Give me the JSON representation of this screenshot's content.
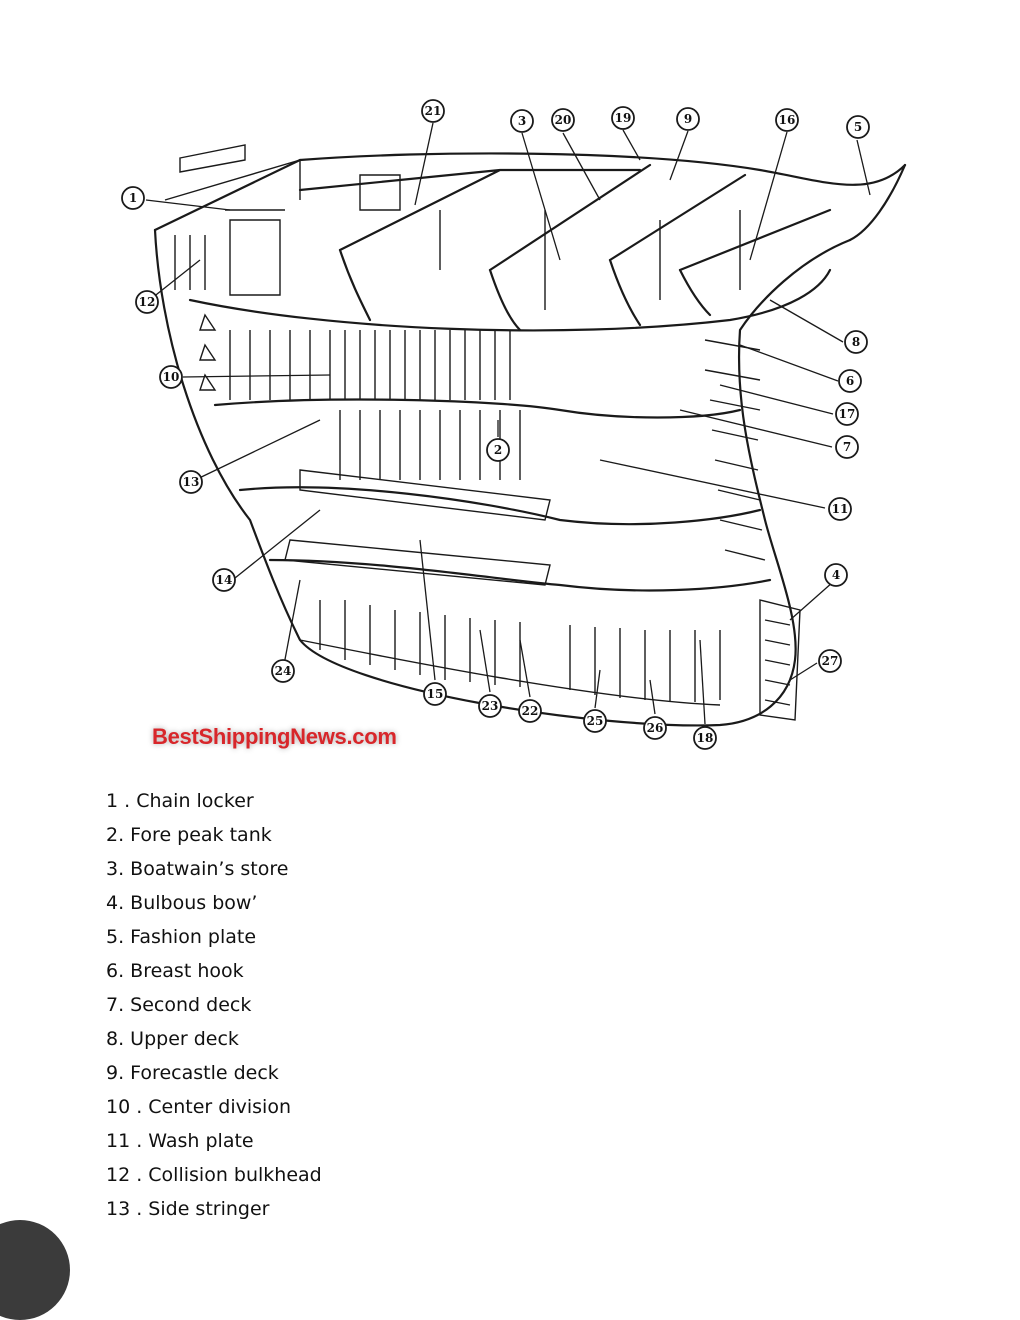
{
  "watermark": "BestShippingNews.com",
  "callouts": [
    "1",
    "2",
    "3",
    "4",
    "5",
    "6",
    "7",
    "8",
    "9",
    "10",
    "11",
    "12",
    "13",
    "14",
    "15",
    "16",
    "17",
    "18",
    "19",
    "20",
    "21",
    "22",
    "23",
    "24",
    "25",
    "26",
    "27"
  ],
  "legend": [
    "1 . Chain locker",
    "2. Fore peak tank",
    "3. Boatwain’s store",
    "4. Bulbous bow’",
    "5. Fashion plate",
    "6. Breast hook",
    "7. Second deck",
    "8. Upper deck",
    "9. Forecastle deck",
    "10 . Center division",
    "11 . Wash plate",
    "12 . Collision bulkhead",
    "13 . Side stringer"
  ]
}
